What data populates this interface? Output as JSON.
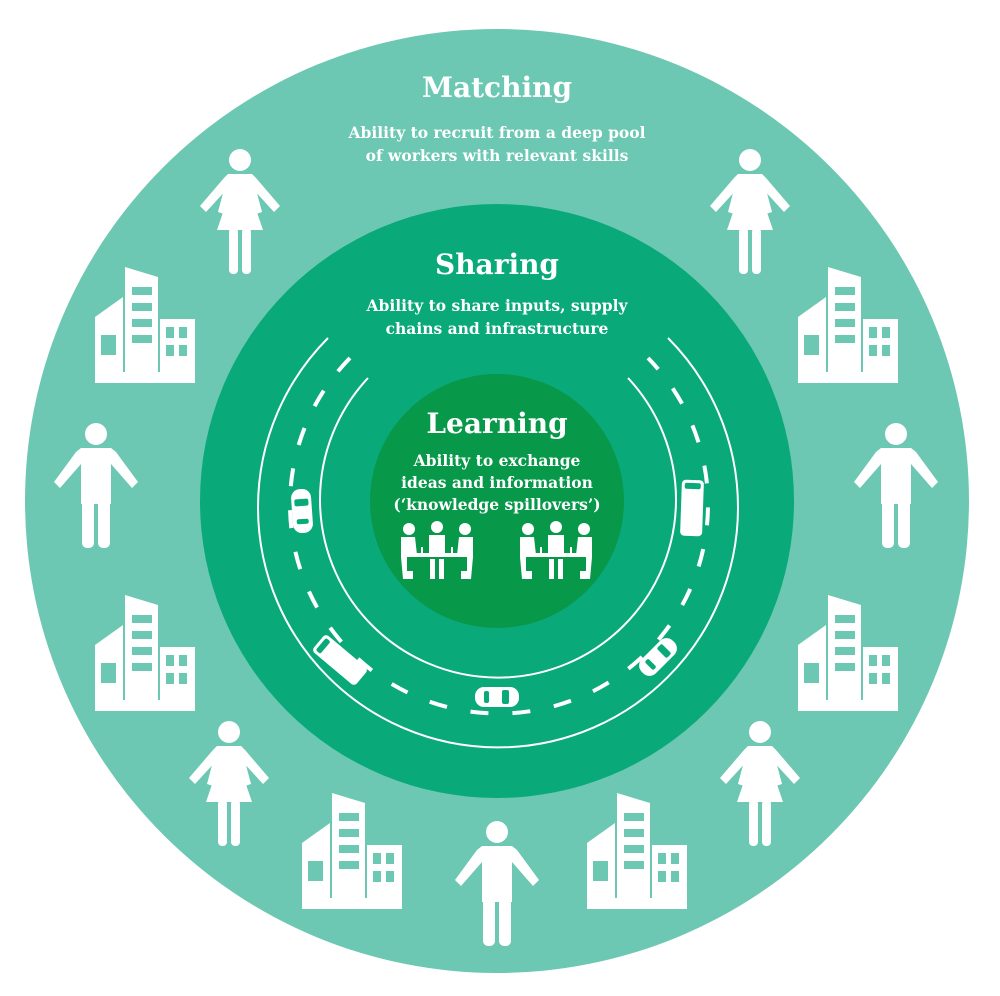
{
  "colors": {
    "outer_ring": "#6cc8b2",
    "middle_ring": "#0aa97a",
    "inner_circle": "#07984a",
    "foreground": "#ffffff",
    "background": "#ffffff"
  },
  "rings": {
    "outer": {
      "title": "Matching",
      "description_lines": [
        "Ability to recruit from a deep pool",
        "of workers with relevant skills"
      ],
      "icons": [
        "woman-icon",
        "man-icon",
        "office-buildings-icon"
      ]
    },
    "middle": {
      "title": "Sharing",
      "description_lines": [
        "Ability to share inputs, supply",
        "chains and infrastructure"
      ],
      "icons": [
        "road-icon",
        "car-icon",
        "van-icon"
      ]
    },
    "inner": {
      "title": "Learning",
      "description_lines": [
        "Ability to exchange",
        "ideas and information",
        "(‘knowledge spillovers’)"
      ],
      "icons": [
        "meeting-table-icon"
      ]
    }
  }
}
